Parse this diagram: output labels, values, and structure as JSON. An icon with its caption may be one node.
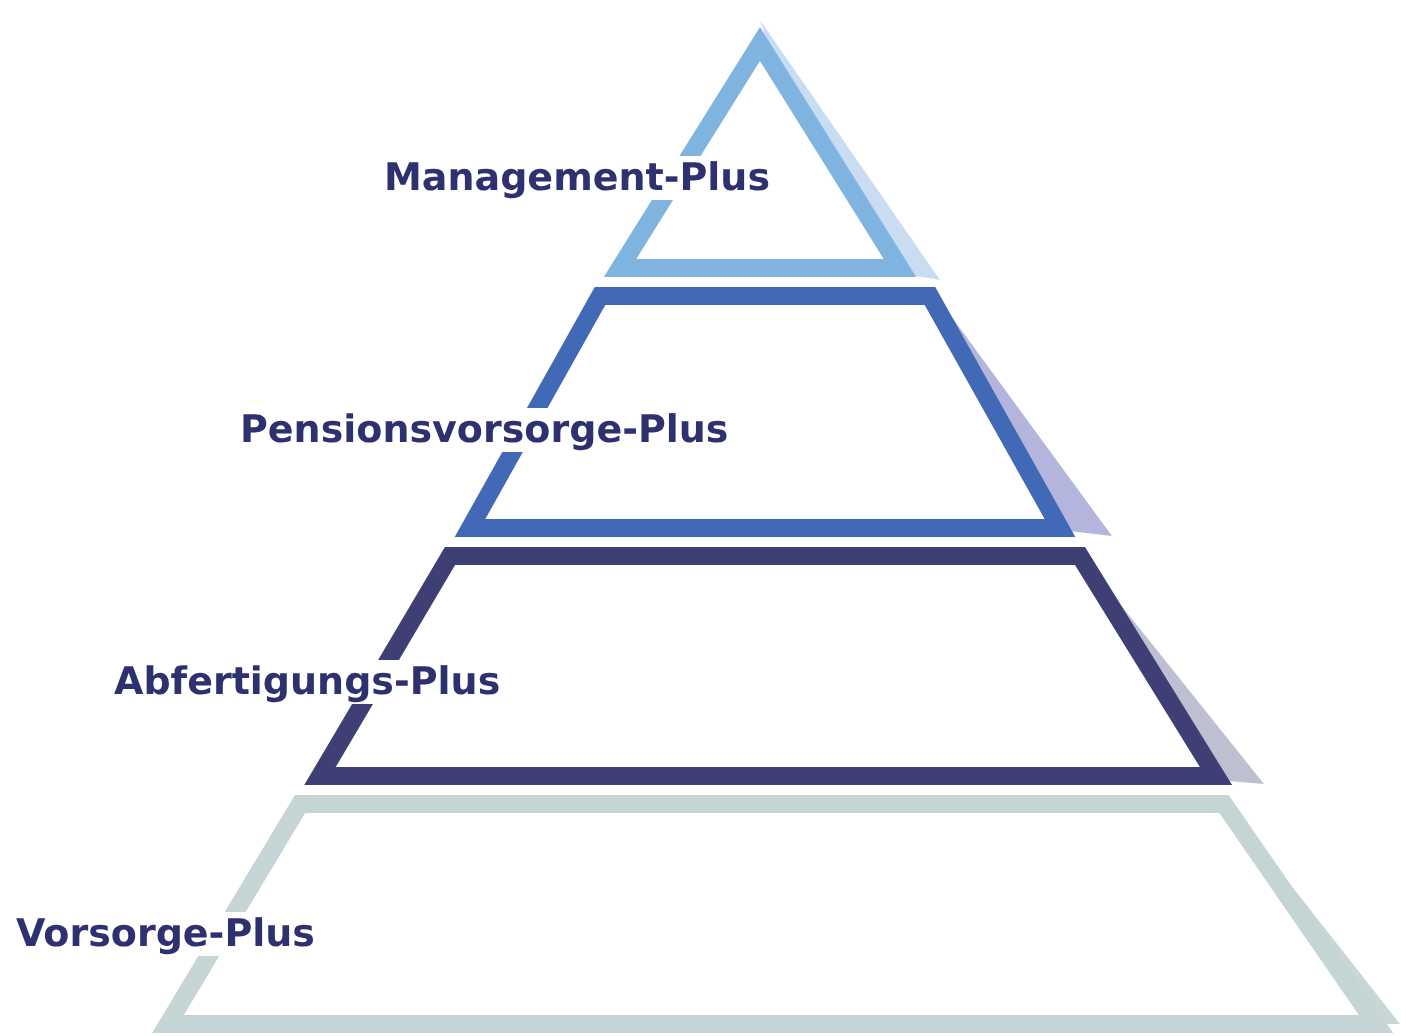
{
  "diagram": {
    "nodes": [
      {
        "text": [
          "Management-Plus"
        ]
      },
      {
        "text": [
          "Pensionsvorsorge-Plus"
        ]
      },
      {
        "text": [
          "Abfertigungs-Plus"
        ]
      },
      {
        "text": [
          "Vorsorge-Plus"
        ]
      }
    ]
  }
}
